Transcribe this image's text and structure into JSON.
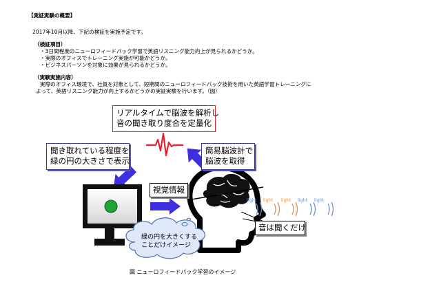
{
  "heading": "【実証実験の概要】",
  "intro": "2017年10月以降、下記の検証を実施予定です。",
  "verification": {
    "title": "（検証項目）",
    "items": [
      "・3日間程度のニューロフィードバック学習で英語リスニング能力向上が見られるかどうか。",
      "・実際のオフィスでトレーニング実施が可能かどうか。",
      "・ビジネスパーソンを対象に効果が見られるかどうか。"
    ]
  },
  "content": {
    "title": "（実験実施内容）",
    "line1": "実際のオフィス環境で、社員を対象として、短期間のニューロフィードバック技術を用いた英語学習トレーニングに",
    "line2": "よって、英語リスニング能力が向上するかどうかの実証実験を行います。（図）"
  },
  "diagram": {
    "realtime": [
      "リアルタイムで脳波を解析し",
      "音の聞き取り度合を定量化"
    ],
    "display": [
      "聞き取れている程度を",
      "緑の円の大きさで表示"
    ],
    "eeg": [
      "簡易脳波計で",
      "脳波を取得"
    ],
    "visual": "視覚情報",
    "sound": "音は聞くだけ",
    "cloud": [
      "緑の円を大きくする",
      "ことだけイメージ"
    ],
    "light_words": [
      "light",
      "light",
      "light",
      "light",
      "light"
    ],
    "caption": "図 ニューロフィードバック学習のイメージ",
    "colors": {
      "arrow": "#3d2fe0",
      "circle": "#1fa33a",
      "wave": "#e8202a"
    }
  }
}
